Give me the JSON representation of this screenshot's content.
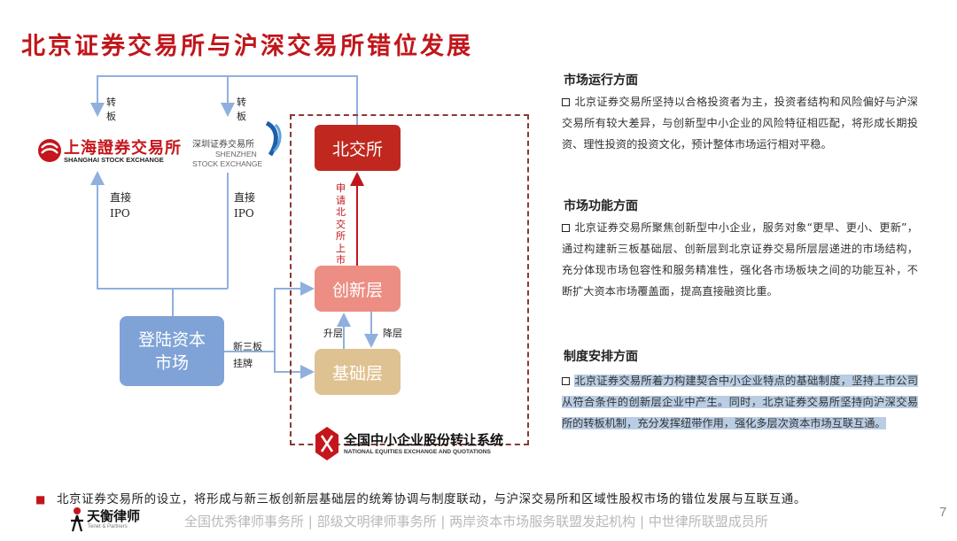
{
  "title": "北京证券交易所与沪深交易所错位发展",
  "diagram": {
    "boxes": {
      "bjs": "北交所",
      "cxc": "创新层",
      "jcc": "基础层",
      "dlzb": [
        "登陆资本",
        "市场"
      ]
    },
    "labels": {
      "zhuanban1": [
        "转",
        "板"
      ],
      "zhuanban2": [
        "转",
        "板"
      ],
      "ipo1": [
        "直接",
        "IPO"
      ],
      "ipo2": [
        "直接",
        "IPO"
      ],
      "apply": "申请北交所上市",
      "shengceng": "升层",
      "jiangceng": "降层",
      "xinsanban": [
        "新三板",
        "挂牌"
      ]
    },
    "logos": {
      "sse_cn": "上海證券交易所",
      "sse_en": "SHANGHAI STOCK EXCHANGE",
      "szse_cn": "深圳证券交易所",
      "szse_en1": "SHENZHEN",
      "szse_en2": "STOCK EXCHANGE",
      "neeq_cn": "全国中小企业股份转让系统",
      "neeq_en": "NATIONAL EQUITIES EXCHANGE AND QUOTATIONS"
    },
    "colors": {
      "title_red": "#c0161b",
      "bjs": "#c0281f",
      "cxc": "#ec8e83",
      "jcc": "#dfc291",
      "dlzb": "#7fa3d6",
      "arrow_blue": "#8fb0de",
      "arrow_red": "#c0161b"
    }
  },
  "sections": [
    {
      "heading": "市场运行方面",
      "body": "北京证券交易所坚持以合格投资者为主，投资者结构和风险偏好与沪深交易所有较大差异，与创新型中小企业的风险特征相匹配，将形成长期投资、理性投资的投资文化，预计整体市场运行相对平稳。"
    },
    {
      "heading": "市场功能方面",
      "body": "北京证券交易所聚焦创新型中小企业，服务对象“更早、更小、更新”，通过构建新三板基础层、创新层到北京证券交易所层层递进的市场结构，充分体现市场包容性和服务精准性，强化各市场板块之间的功能互补，不断扩大资本市场覆盖面，提高直接融资比重。"
    },
    {
      "heading": "制度安排方面",
      "body": "北京证券交易所着力构建契合中小企业特点的基础制度，坚持上市公司从符合条件的创新层企业中产生。同时，北京证券交易所坚持向沪深交易所的转板机制，充分发挥纽带作用，强化多层次资本市场互联互通。"
    }
  ],
  "bottom_note": "北京证券交易所的设立，将形成与新三板创新层基础层的统筹协调与制度联动，与沪深交易所和区域性股权市场的错位发展与互联互通。",
  "footer": {
    "firm_cn": "天衡律师",
    "firm_sub": "Tenet & Partners",
    "line": "全国优秀律师事务所 | 部级文明律师事务所 | 两岸资本市场服务联盟发起机构 | 中世律所联盟成员所",
    "page": "7"
  }
}
